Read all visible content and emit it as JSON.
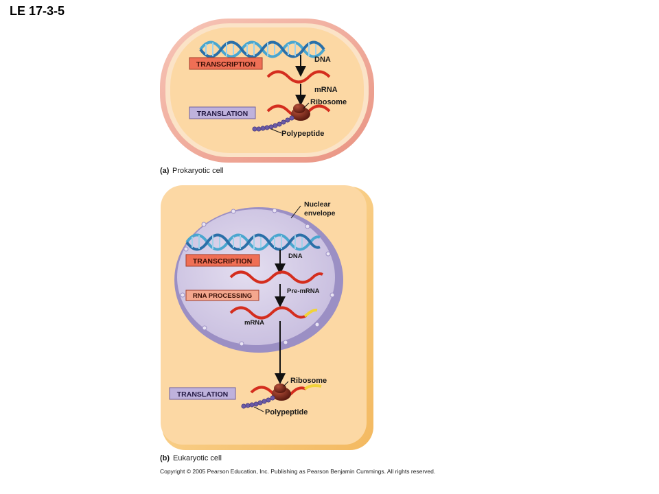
{
  "slide_title": "LE 17-3-5",
  "prokaryotic": {
    "transcription_label": "TRANSCRIPTION",
    "translation_label": "TRANSLATION",
    "dna_label": "DNA",
    "mrna_label": "mRNA",
    "ribosome_label": "Ribosome",
    "polypeptide_label": "Polypeptide",
    "caption_letter": "(a)",
    "caption_text": "Prokaryotic cell"
  },
  "eukaryotic": {
    "nuclear_envelope_label_1": "Nuclear",
    "nuclear_envelope_label_2": "envelope",
    "transcription_label": "TRANSCRIPTION",
    "rna_processing_label": "RNA PROCESSING",
    "translation_label": "TRANSLATION",
    "dna_label": "DNA",
    "pre_mrna_label": "Pre-mRNA",
    "mrna_label": "mRNA",
    "ribosome_label": "Ribosome",
    "polypeptide_label": "Polypeptide",
    "caption_letter": "(b)",
    "caption_text": "Eukaryotic cell"
  },
  "copyright": "Copyright © 2005 Pearson Education, Inc. Publishing as Pearson Benjamin Cummings. All rights reserved."
}
